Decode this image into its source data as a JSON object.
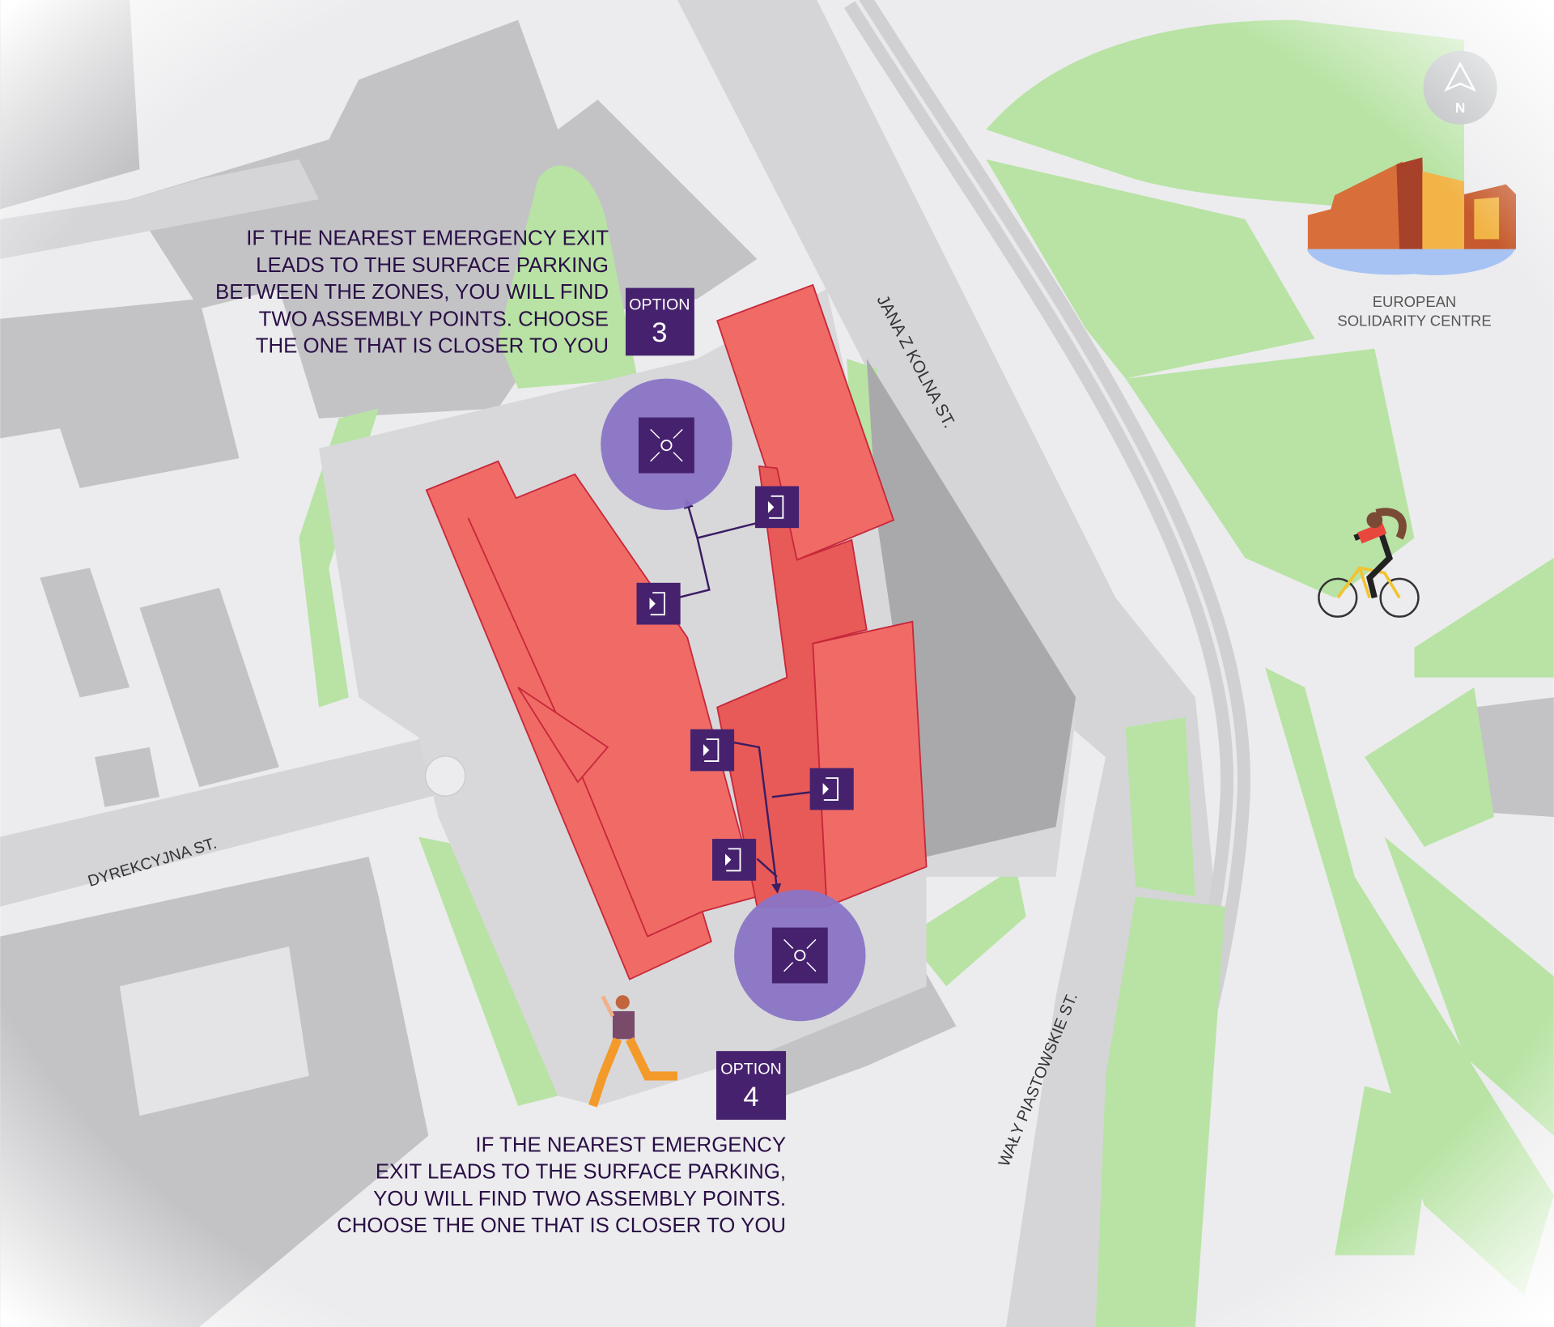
{
  "compass": {
    "label": "N"
  },
  "landmark": {
    "line1": "EUROPEAN",
    "line2": "SOLIDARITY CENTRE"
  },
  "streets": {
    "jana_z_kolna": "JANA Z KOLNA ST.",
    "dyrekcyjna": "DYREKCYJNA ST.",
    "waly_piastowskie": "WAŁY PIASTOWSKIE ST."
  },
  "option3": {
    "badge_label": "OPTION",
    "badge_number": "3",
    "text": [
      "IF THE NEAREST EMERGENCY EXIT",
      "LEADS TO THE SURFACE PARKING",
      "BETWEEN THE ZONES, YOU WILL FIND",
      "TWO ASSEMBLY POINTS. CHOOSE",
      "THE ONE THAT IS CLOSER TO YOU"
    ]
  },
  "option4": {
    "badge_label": "OPTION",
    "badge_number": "4",
    "text": [
      "IF THE NEAREST EMERGENCY",
      "EXIT LEADS TO THE SURFACE PARKING,",
      "YOU WILL FIND TWO ASSEMBLY POINTS.",
      "CHOOSE THE ONE THAT IS CLOSER TO YOU"
    ]
  },
  "colors": {
    "building_highlight": "#f06b66",
    "assembly_point": "#8a74c6",
    "badge": "#46226e",
    "green": "#b8e3a4",
    "road": "#d5d5d8",
    "building": "#c3c3c6"
  },
  "icons": {
    "assembly": "assembly-point-icon",
    "exit": "emergency-exit-icon",
    "compass": "north-arrow-icon"
  }
}
